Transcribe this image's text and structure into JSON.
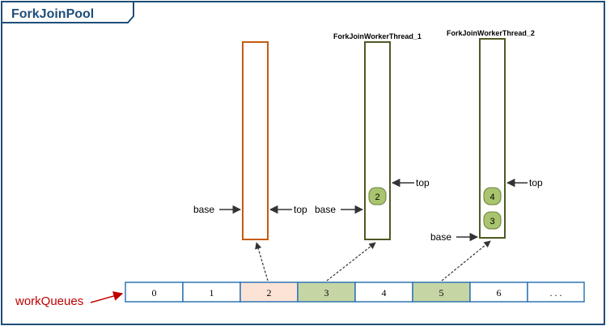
{
  "title": "ForkJoinPool",
  "colors": {
    "frame": "#1f4e79",
    "orange": "#c55a11",
    "olive": "#4d5a25",
    "task_fill": "#a9c46e",
    "cell_orange": "#fbe4d5",
    "cell_green": "#c5d6a4",
    "red_label": "#c00000",
    "arrow": "#333333"
  },
  "queues": [
    {
      "title": "",
      "tasks": [],
      "color": "orange",
      "pointers": [
        "base",
        "top"
      ]
    },
    {
      "title": "ForkJoinWorkerThread_1",
      "tasks": [
        "2"
      ],
      "color": "olive",
      "pointers": [
        "top",
        "base"
      ]
    },
    {
      "title": "ForkJoinWorkerThread_2",
      "tasks": [
        "4",
        "3"
      ],
      "color": "olive",
      "pointers": [
        "top",
        "base"
      ]
    }
  ],
  "labels": {
    "top": "top",
    "base": "base",
    "workqueues": "workQueues"
  },
  "array_cells": [
    "0",
    "1",
    "2",
    "3",
    "4",
    "5",
    "6",
    ". . ."
  ],
  "highlighted_cells": {
    "2": "orange",
    "3": "green",
    "5": "green"
  }
}
